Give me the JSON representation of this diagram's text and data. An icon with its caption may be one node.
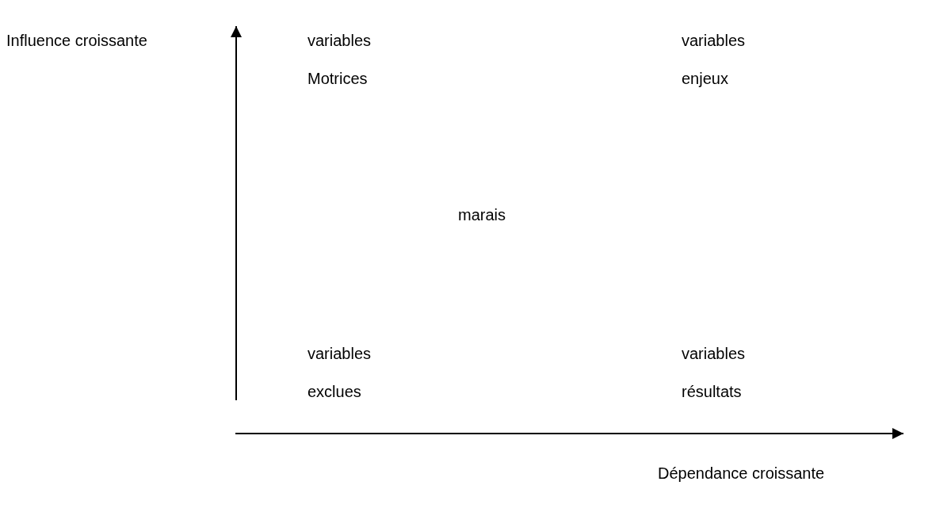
{
  "diagram": {
    "labels": [
      "Influence croissante",
      "variables Motrices",
      "variables enjeux",
      "marais",
      "variables exclues",
      "variables résultats",
      "Dépendance croissante"
    ]
  }
}
